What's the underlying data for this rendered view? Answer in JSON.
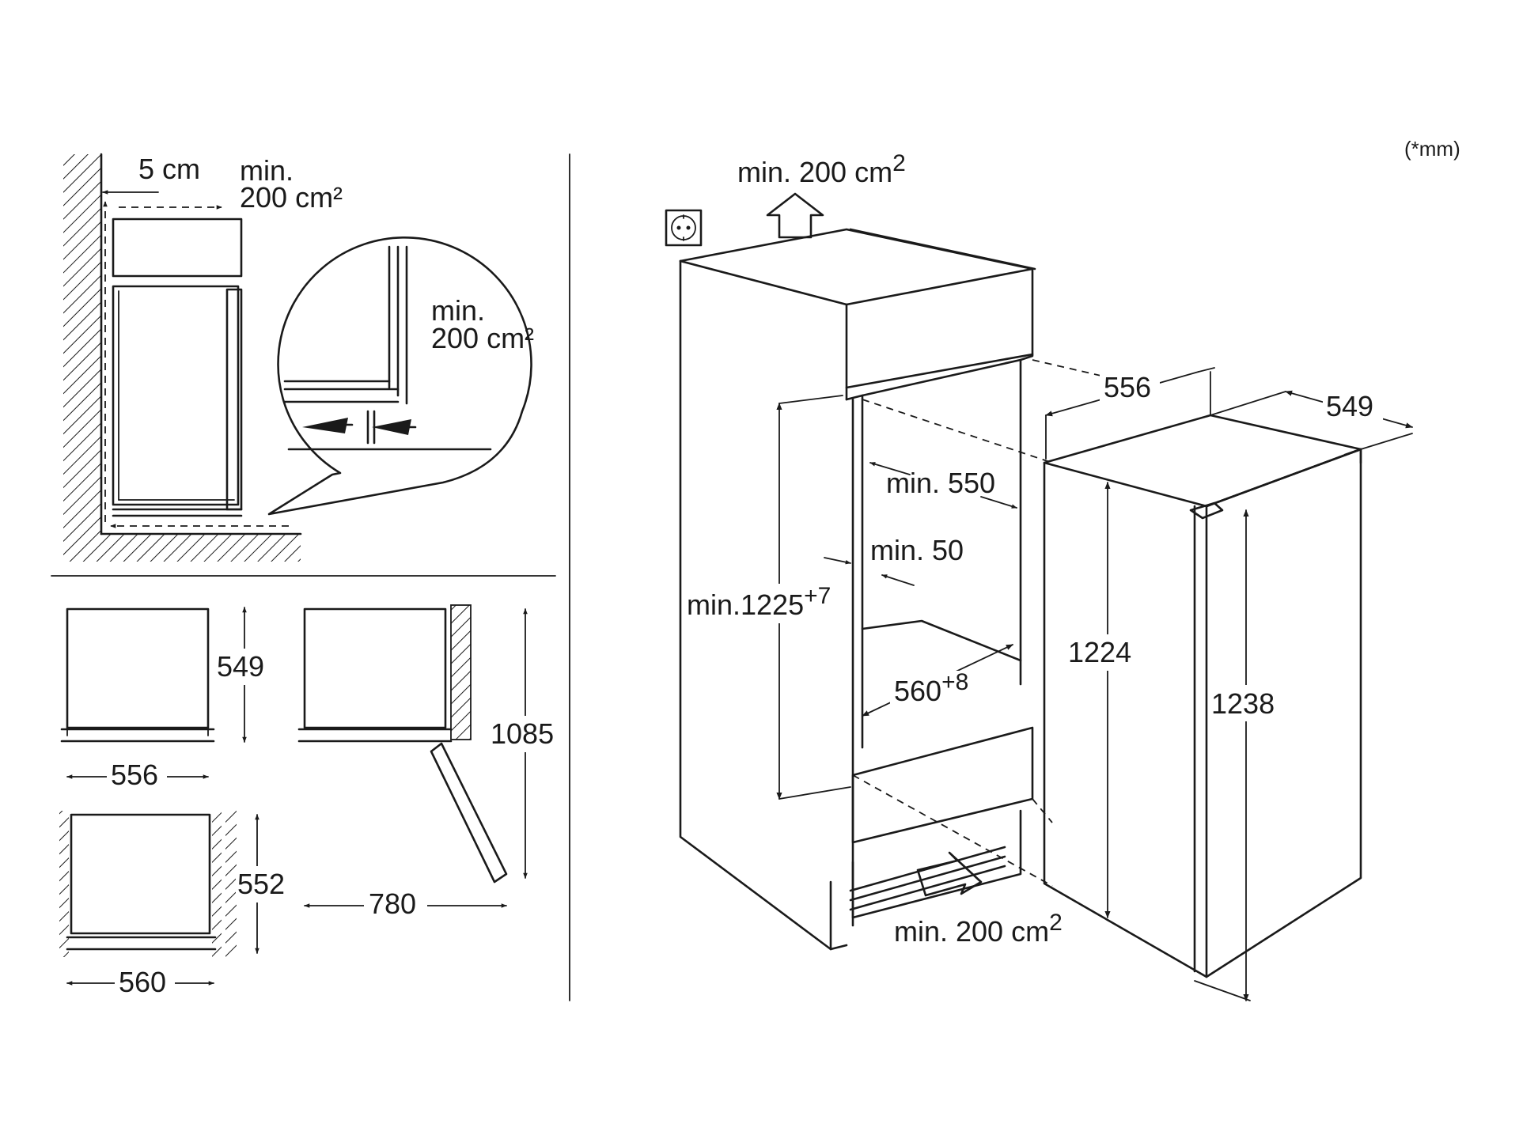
{
  "units_note": "(*mm)",
  "side_section": {
    "gap_label": "5 cm",
    "vent_top_line1": "min.",
    "vent_top_line2": "200 cm²",
    "vent_detail_line1": "min.",
    "vent_detail_line2": "200 cm²"
  },
  "plan_views": {
    "top_depth": "549",
    "top_width": "556",
    "door_depth": "1085",
    "door_width": "780",
    "bottom_depth": "552",
    "bottom_width": "560"
  },
  "niche": {
    "vent_top_main": "min. 200 cm",
    "vent_top_sup": "2",
    "min_depth": "min. 550",
    "min_gap": "min. 50",
    "height_main": "min.1225",
    "height_sup": "+7",
    "width_main": "560",
    "width_sup": "+8",
    "vent_bottom_main": "min. 200 cm",
    "vent_bottom_sup": "2"
  },
  "appliance": {
    "width": "556",
    "depth": "549",
    "body_height": "1224",
    "total_height": "1238"
  }
}
